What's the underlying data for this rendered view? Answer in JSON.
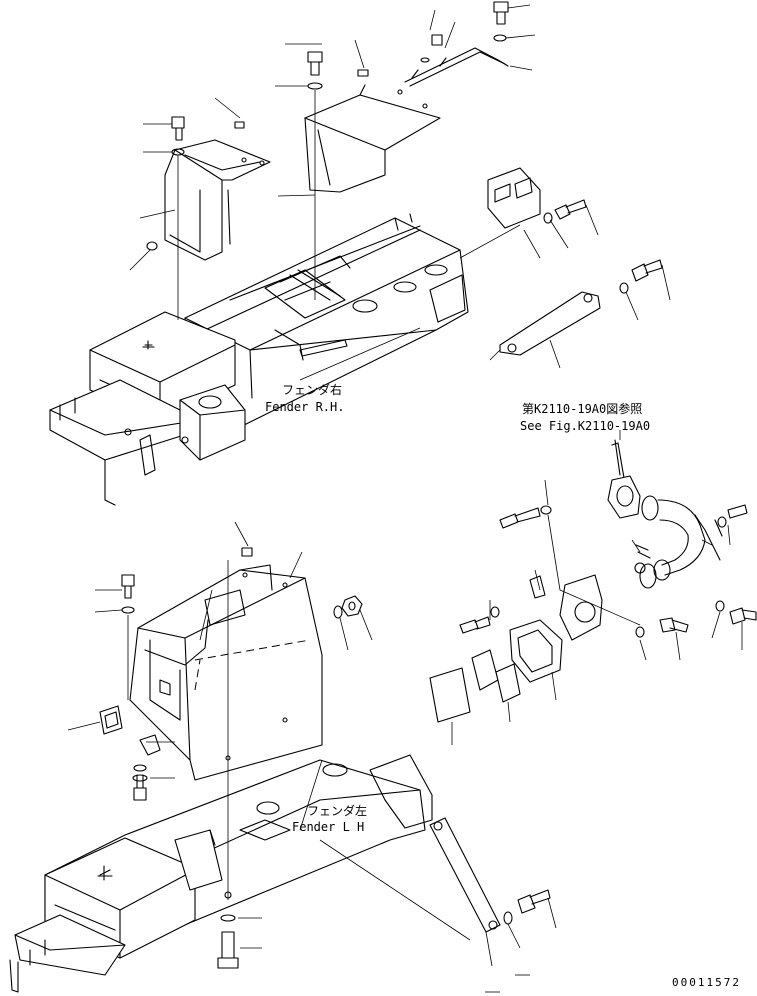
{
  "labels": {
    "fender_rh_jp": "フェンダ右",
    "fender_rh_en": "Fender R.H.",
    "ref_jp": "第K2110-19A0図参照",
    "ref_en": "See Fig.K2110-19A0",
    "fender_lh_jp": "フェンダ左",
    "fender_lh_en": "Fender L H"
  },
  "drawing_number": "00011572"
}
